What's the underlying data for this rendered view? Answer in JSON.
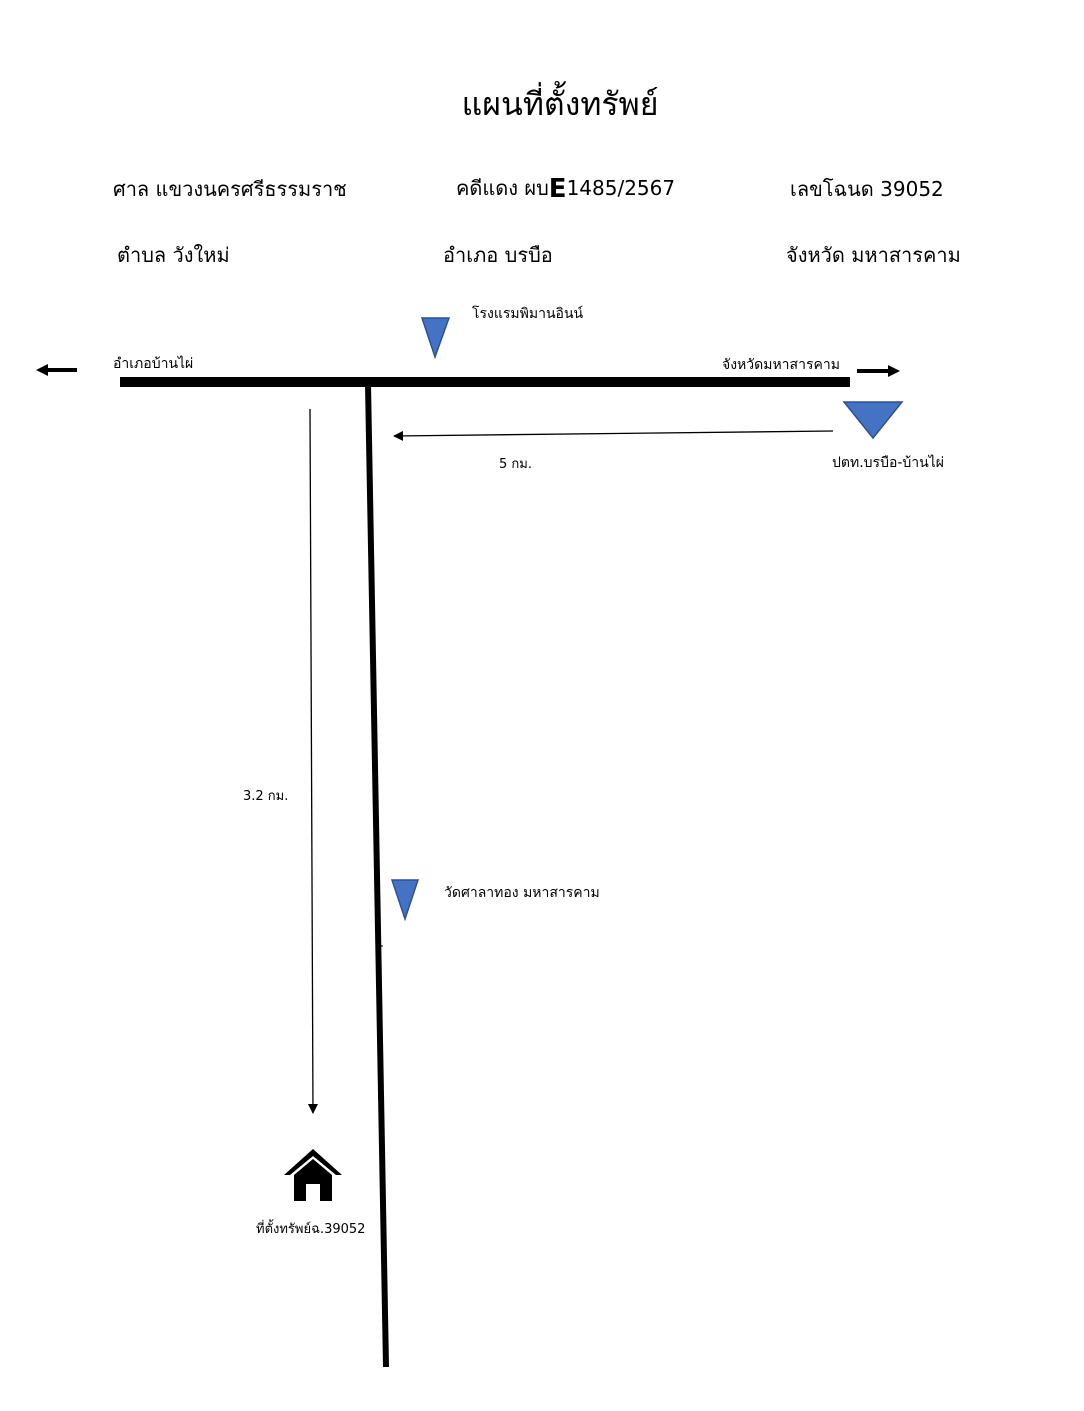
{
  "title": "แผนที่ตั้งทรัพย์",
  "header": {
    "court_label": "ศาล",
    "court_value": "แขวงนครศรีธรรมราช",
    "case_label": "คดีแดง",
    "case_prefix": "ผบ",
    "case_letter": "E",
    "case_number": "1485/2567",
    "deed_label": "เลขโฉนด",
    "deed_value": "39052",
    "subdistrict_label": "ตำบล",
    "subdistrict_value": "วังใหม่",
    "district_label": "อำเภอ",
    "district_value": "บรบือ",
    "province_label": "จังหวัด",
    "province_value": "มหาสารคาม"
  },
  "map": {
    "road_left_label": "อำเภอบ้านไผ่",
    "road_right_label": "จังหวัดมหาสารคาม",
    "landmark_hotel": "โรงแรมพิมานอินน์",
    "landmark_gas_station": "ปตท.บรบือ-บ้านไผ่",
    "landmark_temple": "วัดศาลาทอง มหาสารคาม",
    "distance_main": "5 กม.",
    "distance_side": "3.2 กม.",
    "property_label": "ที่ตั้งทรัพย์ฉ.39052",
    "marker_color": "#4472C4",
    "icons": [
      "left-arrow-icon",
      "right-arrow-icon",
      "landmark-triangle-icon",
      "house-icon"
    ]
  }
}
